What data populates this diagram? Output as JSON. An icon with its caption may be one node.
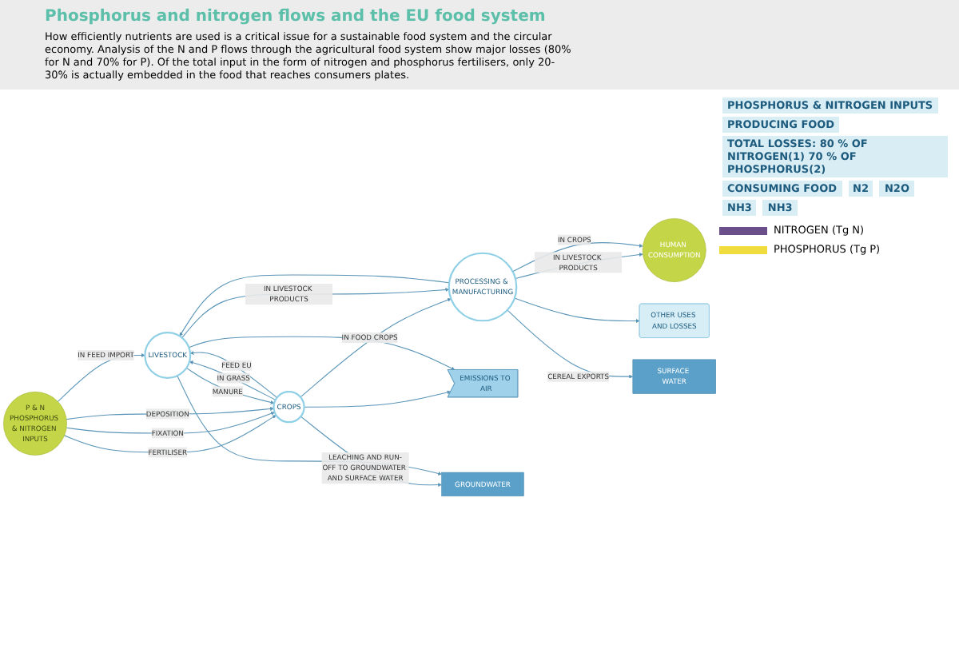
{
  "diagram": {
    "title": "Phosphorus and nitrogen flows and the EU food system",
    "caption": "How efficiently nutrients are used is a critical issue for a sustainable food system and the circular economy. Analysis of the N and P flows through the agricultural food system show major losses (80% for N and 70% for P). Of the total input in the form of nitrogen and phosphorus fertilisers, only 20-30% is actually embedded in the food that reaches consumers plates.",
    "nodes": [
      {
        "text": [
          "P & N",
          "PHOSPHORUS & NITROGEN INPUTS"
        ]
      },
      {
        "text": [
          "CROPS"
        ]
      },
      {
        "text": [
          "LIVESTOCK"
        ]
      },
      {
        "text": [
          "PROCESSING & MANUFACTURING"
        ]
      },
      {
        "text": [
          "HUMAN CONSUMPTION"
        ]
      },
      {
        "text": [
          "EMISSIONS TO AIR"
        ]
      },
      {
        "text": [
          "GROUNDWATER"
        ]
      },
      {
        "text": [
          "SURFACE WATER"
        ]
      },
      {
        "text": [
          "OTHER USES AND LOSSES"
        ]
      }
    ],
    "edges": [
      {
        "from": 0,
        "to": 2,
        "arrow": "to",
        "label": "IN FEED IMPORT"
      },
      {
        "from": 0,
        "to": 1,
        "arrow": "to",
        "label": "FERTILISER"
      },
      {
        "from": 0,
        "to": 1,
        "arrow": "to",
        "label": "FIXATION"
      },
      {
        "from": 0,
        "to": 1,
        "arrow": "to",
        "label": "DEPOSITION"
      },
      {
        "from": 1,
        "to": 2,
        "arrow": "to",
        "label": "IN GRASS"
      },
      {
        "from": 1,
        "to": 2,
        "arrow": "to",
        "label": "FEED EU"
      },
      {
        "from": 2,
        "to": 1,
        "arrow": "to",
        "label": "MANURE"
      },
      {
        "from": 1,
        "to": 3,
        "arrow": "to",
        "label": "IN FOOD CROPS"
      },
      {
        "from": 2,
        "to": 3,
        "arrow": "to",
        "label": "IN LIVESTOCK PRODUCTS"
      },
      {
        "from": 3,
        "to": 2,
        "arrow": "to"
      },
      {
        "from": 3,
        "to": 4,
        "arrow": "to",
        "label": "IN LIVESTOCK PRODUCTS"
      },
      {
        "from": 3,
        "to": 4,
        "arrow": "to",
        "label": "IN CROPS"
      },
      {
        "from": 1,
        "to": 5,
        "arrow": "to"
      },
      {
        "from": 2,
        "to": 5,
        "arrow": "to"
      },
      {
        "from": 1,
        "to": 6,
        "arrow": "to",
        "label": "LEACHING AND RUN-OFF TO GROUNDWATER AND SURFACE WATER"
      },
      {
        "from": 2,
        "to": 6,
        "arrow": "to"
      },
      {
        "from": 3,
        "to": 8,
        "arrow": "to"
      },
      {
        "from": 3,
        "to": 7,
        "arrow": "to",
        "label": "CEREAL EXPORTS"
      }
    ],
    "labels": [
      "PHOSPHORUS & NITROGEN INPUTS",
      "PRODUCING FOOD",
      "TOTAL LOSSES: 80 % OF NITROGEN(1) 70 % OF PHOSPHORUS(2)",
      "CONSUMING FOOD",
      "N2",
      "N2O",
      "NH3",
      "NH3"
    ],
    "legend": [
      {
        "text": "NITROGEN (Tg N)",
        "color": "#6b4f8a"
      },
      {
        "text": "PHOSPHORUS (Tg P)",
        "color": "#f0dc3c"
      }
    ]
  }
}
